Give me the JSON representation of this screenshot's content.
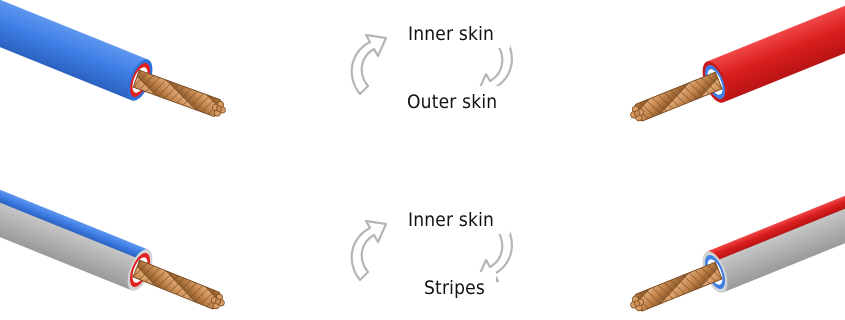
{
  "labels": {
    "top_upper": "Inner skin",
    "top_lower": "Outer skin",
    "bottom_upper": "Inner skin",
    "bottom_lower": "Stripes"
  },
  "colors": {
    "blue_insulation": "#3f7fe6",
    "red_insulation": "#e02222",
    "grey_insulation": "#b9b9b9",
    "copper": "#c98a4d",
    "arrow_outline": "#b5b5b5"
  },
  "icons": {
    "swap_arrows": "circular-swap-arrows-icon",
    "wire": "stranded-copper-wire-icon"
  }
}
